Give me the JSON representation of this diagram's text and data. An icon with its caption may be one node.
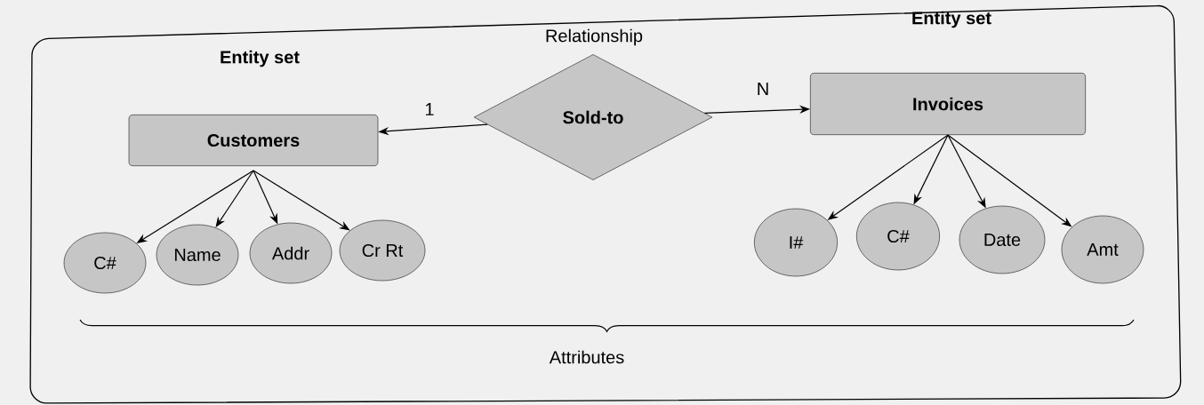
{
  "diagram": {
    "nodes": [
      {
        "text": [
          "Entity set",
          "Customers"
        ]
      },
      {
        "text": [
          "Relationship",
          "Sold-to"
        ]
      },
      {
        "text": [
          "Entity set",
          "Invoices"
        ]
      },
      {
        "text": [
          "C#"
        ]
      },
      {
        "text": [
          "Name"
        ]
      },
      {
        "text": [
          "Addr"
        ]
      },
      {
        "text": [
          "Cr Rt"
        ]
      },
      {
        "text": [
          "I#"
        ]
      },
      {
        "text": [
          "C#"
        ]
      },
      {
        "text": [
          "Date"
        ]
      },
      {
        "text": [
          "Amt"
        ]
      }
    ],
    "edges": [
      {
        "from": 1,
        "to": 0,
        "arrow": "to",
        "label": "1"
      },
      {
        "from": 1,
        "to": 2,
        "arrow": "to",
        "label": "N"
      },
      {
        "from": 0,
        "to": 3,
        "arrow": "to"
      },
      {
        "from": 0,
        "to": 4,
        "arrow": "to"
      },
      {
        "from": 0,
        "to": 5,
        "arrow": "to"
      },
      {
        "from": 0,
        "to": 6,
        "arrow": "to"
      },
      {
        "from": 2,
        "to": 7,
        "arrow": "to"
      },
      {
        "from": 2,
        "to": 8,
        "arrow": "to"
      },
      {
        "from": 2,
        "to": 9,
        "arrow": "to"
      },
      {
        "from": 2,
        "to": 10,
        "arrow": "to"
      }
    ],
    "labels": [
      "Attributes"
    ]
  }
}
